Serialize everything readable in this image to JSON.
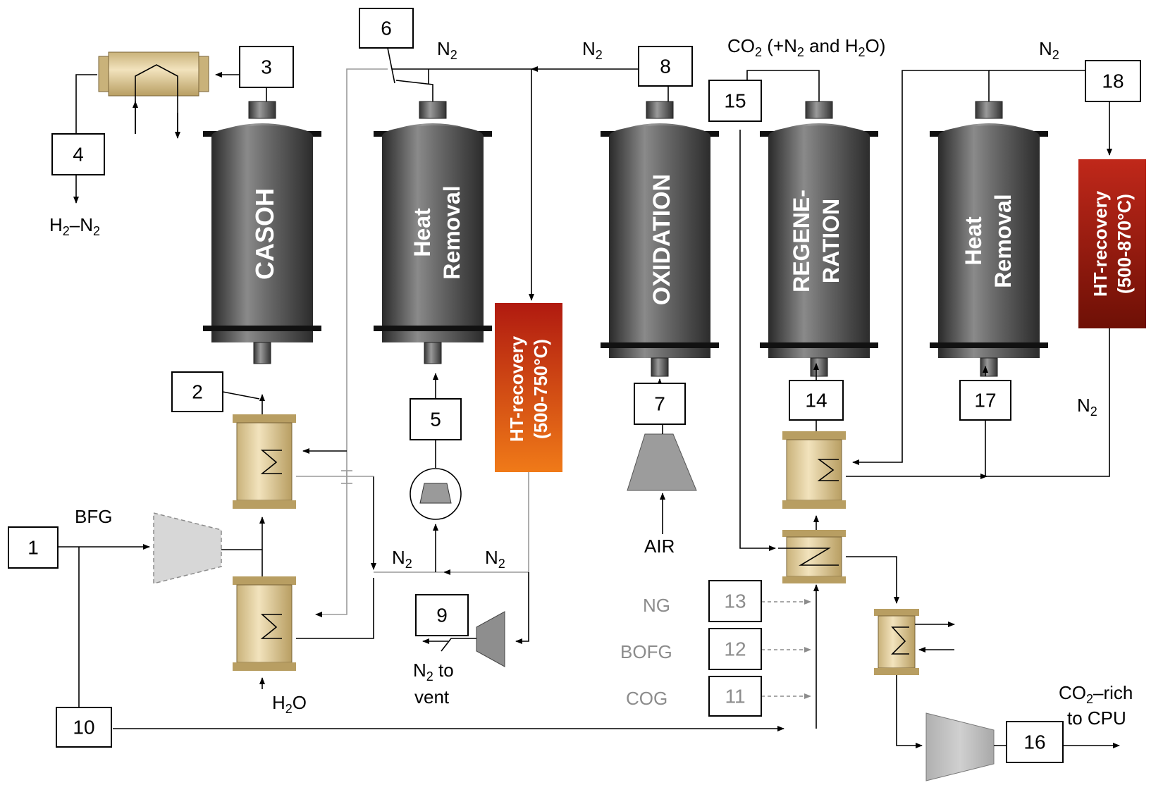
{
  "streams": {
    "s1": "1",
    "s2": "2",
    "s3": "3",
    "s4": "4",
    "s5": "5",
    "s6": "6",
    "s7": "7",
    "s8": "8",
    "s9": "9",
    "s10": "10",
    "s11": "11",
    "s12": "12",
    "s13": "13",
    "s14": "14",
    "s15": "15",
    "s16": "16",
    "s17": "17",
    "s18": "18"
  },
  "labels": {
    "h2": "H",
    "h2_sub": "2",
    "h2n2_dash": "–N",
    "n2_sub": "2",
    "n": "N",
    "bfg": "BFG",
    "h2o_h": "H",
    "h2o_o": "O",
    "n2_to": " to",
    "vent": "vent",
    "air": "AIR",
    "ng": "NG",
    "bofg": "BOFG",
    "cog": "COG",
    "co2_main": "CO",
    "co2_rest": " (+N",
    "co2_and": " and H",
    "co2_end": "O)",
    "co2rich_1a": "CO",
    "co2rich_1b": "–rich",
    "co2rich_2": "to CPU"
  },
  "reactors": {
    "casoh": "CASOH",
    "heat_removal_1_line1": "Heat",
    "heat_removal_1_line2": "Removal",
    "oxidation": "OXIDATION",
    "regeneration_line1": "REGENE-",
    "regeneration_line2": "RATION",
    "heat_removal_2_line1": "Heat",
    "heat_removal_2_line2": "Removal"
  },
  "ht_recovery": {
    "unit1_line1": "HT-recovery",
    "unit1_line2": "(500-750°C)",
    "unit2_line1": "HT-recovery",
    "unit2_line2": "(500-870°C)"
  },
  "colors": {
    "reactor_dark": "#3c3c3c",
    "reactor_light": "#9a9a9a",
    "exchanger": "#e3cf9f",
    "ht1_top": "#b01a10",
    "ht1_bottom": "#f07a18",
    "ht2_top": "#b81c14",
    "ht2_bottom": "#7a1208"
  }
}
